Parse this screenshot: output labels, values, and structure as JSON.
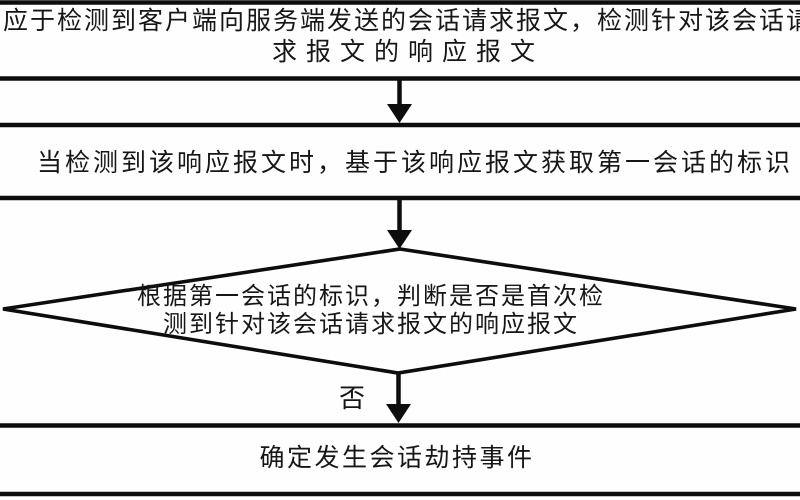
{
  "figure": {
    "background": "#fefefe",
    "line_color": "#0d0d0d",
    "text_color": "#161616",
    "steps": {
      "step1": {
        "line1": "应于检测到客户端向服务端发送的会话请求报文，检测针对该会话请",
        "line2": "求报文的响应报文"
      },
      "step2": {
        "text": "当检测到该响应报文时，基于该响应报文获取第一会话的标识"
      },
      "decision": {
        "line1": "根据第一会话的标识，判断是否是首次检",
        "line2": "测到针对该会话请求报文的响应报文"
      },
      "branch": {
        "no_label": "否"
      },
      "step3": {
        "text": "确定发生会话劫持事件"
      }
    }
  }
}
